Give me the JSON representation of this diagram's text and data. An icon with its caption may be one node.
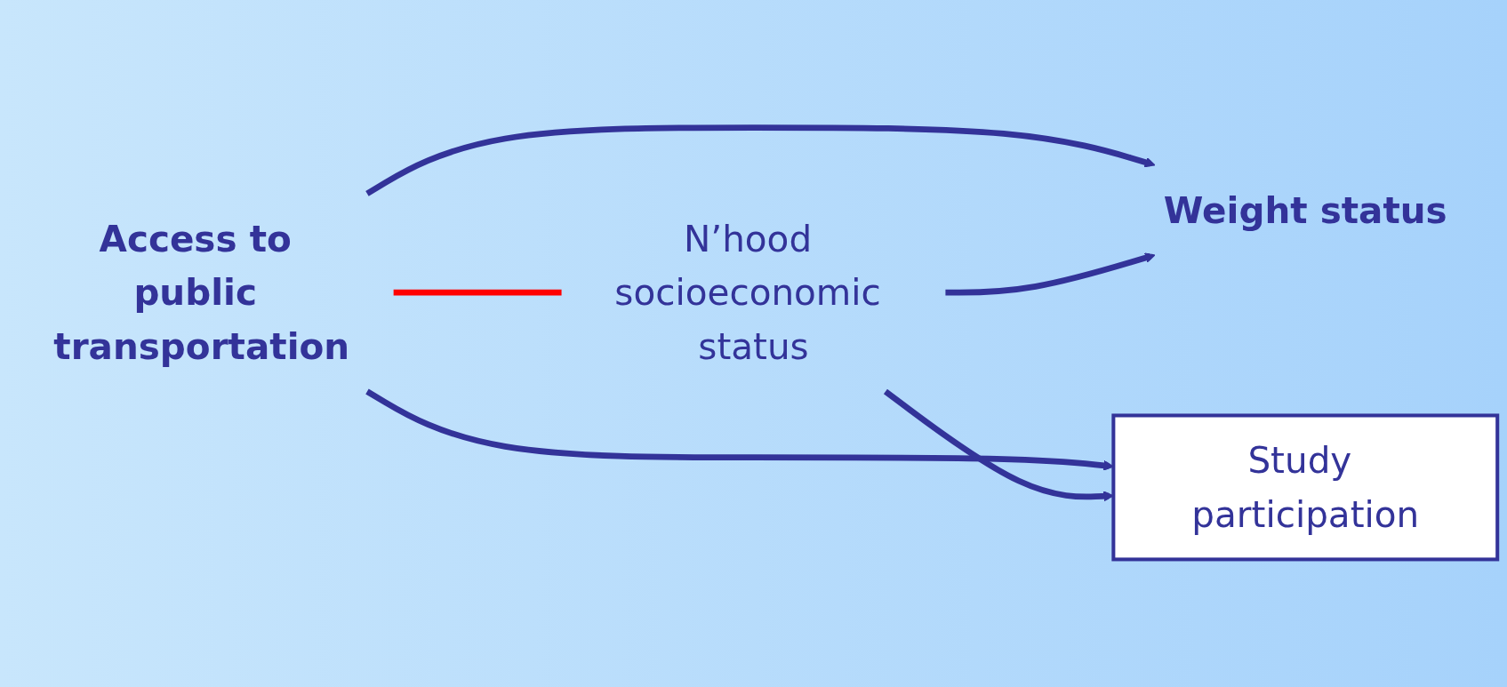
{
  "diagram": {
    "nodes": [
      {
        "text": [
          "Access to public transportation"
        ]
      },
      {
        "text": [
          "Study participation"
        ]
      },
      {
        "text": [
          "Weight status"
        ]
      },
      {
        "text": [
          "N’hood socioeconomic status"
        ]
      }
    ],
    "edges": [
      {
        "from": 0,
        "to": 2,
        "arrow": "to"
      },
      {
        "from": 0,
        "to": 1,
        "arrow": "to"
      },
      {
        "from": 0,
        "to": 3,
        "arrow": "none",
        "color": "#ff0000"
      },
      {
        "from": 3,
        "to": 1,
        "arrow": "to"
      },
      {
        "from": 3,
        "to": 2,
        "arrow": "to"
      }
    ]
  }
}
